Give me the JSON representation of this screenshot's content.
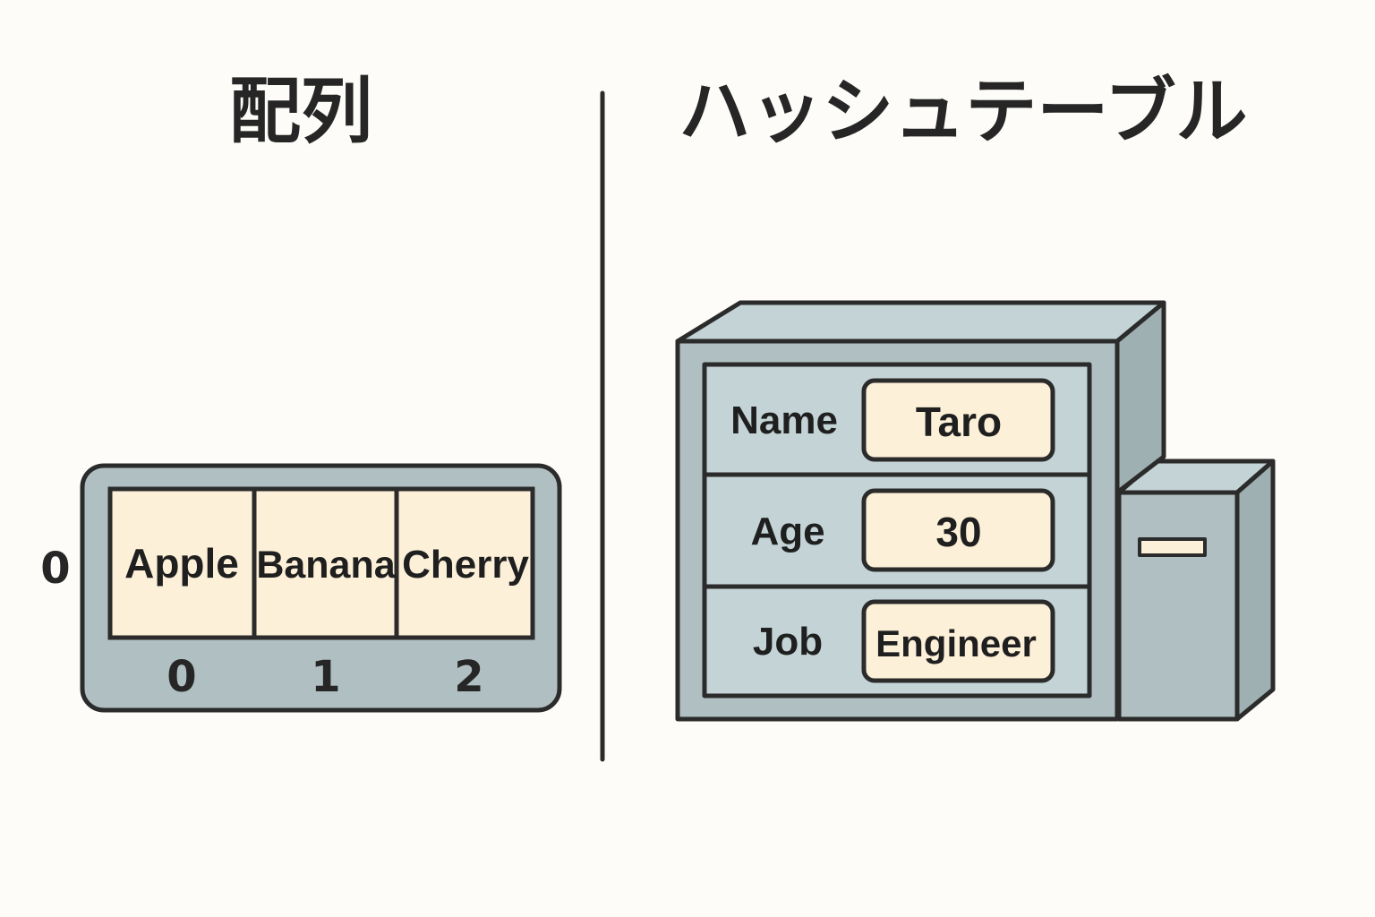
{
  "array_section": {
    "title": "配列",
    "side_label": "0",
    "items": [
      "Apple",
      "Banana",
      "Cherry"
    ],
    "indices": [
      "0",
      "1",
      "2"
    ]
  },
  "hash_section": {
    "title": "ハッシュテーブル",
    "rows": [
      {
        "key": "Name",
        "value": "Taro"
      },
      {
        "key": "Age",
        "value": "30"
      },
      {
        "key": "Job",
        "value": "Engineer"
      }
    ]
  },
  "colors": {
    "background": "#fdfcf8",
    "outline": "#2b2b2b",
    "container_gray": "#b0c0c2",
    "container_light": "#c3d3d6",
    "container_dark": "#9fb0b2",
    "cell_cream": "#fdf0d8"
  }
}
